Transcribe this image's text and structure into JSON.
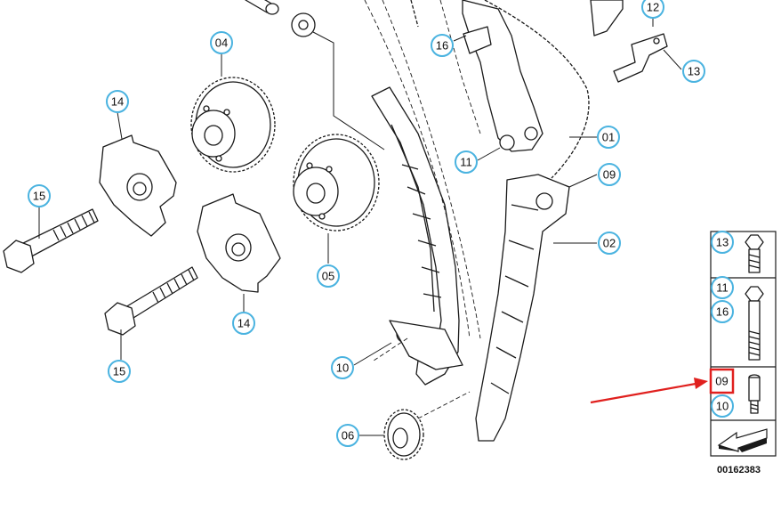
{
  "diagram": {
    "document_number": "00162383",
    "callouts": [
      {
        "label": "04"
      },
      {
        "label": "14"
      },
      {
        "label": "15"
      },
      {
        "label": "05"
      },
      {
        "label": "14"
      },
      {
        "label": "15"
      },
      {
        "label": "16"
      },
      {
        "label": "12"
      },
      {
        "label": "13"
      },
      {
        "label": "01"
      },
      {
        "label": "11"
      },
      {
        "label": "09"
      },
      {
        "label": "02"
      },
      {
        "label": "10"
      },
      {
        "label": "06"
      }
    ],
    "legend": [
      {
        "label": "13"
      },
      {
        "label": "11"
      },
      {
        "label": "16"
      },
      {
        "label": "09"
      },
      {
        "label": "10"
      }
    ],
    "highlight": {
      "label": "09",
      "color": "#e0201e"
    },
    "colors": {
      "callout_ring": "#4ab3e0",
      "highlight": "#e0201e",
      "arrow": "#e0201e"
    }
  }
}
